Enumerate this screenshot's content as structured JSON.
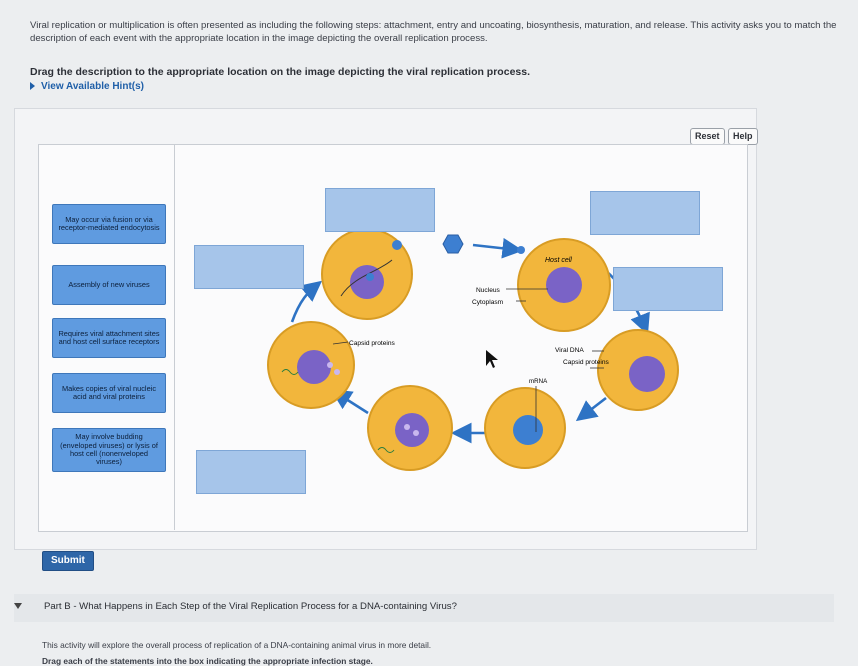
{
  "instructions": {
    "paragraph": "Viral replication or multiplication is often presented as including the following steps: attachment, entry and uncoating, biosynthesis, maturation, and release. This activity asks you to match the description of each event with the appropriate location in the image depicting the overall replication process.",
    "drag": "Drag the description to the appropriate location on the image depicting the viral replication process.",
    "hints": "View Available Hint(s)"
  },
  "buttons": {
    "reset": "Reset",
    "help": "Help",
    "submit": "Submit"
  },
  "labels": [
    "May occur via fusion or via receptor-mediated endocytosis",
    "Assembly of new viruses",
    "Requires viral attachment sites and host cell surface receptors",
    "Makes copies of viral nucleic acid and viral proteins",
    "May involve budding (enveloped viruses) or lysis of host cell (nonenveloped viruses)"
  ],
  "diagram": {
    "host_cell": "Host cell",
    "nucleus": "Nucleus",
    "cytoplasm": "Cytoplasm",
    "capsid_proteins_left": "Capsid proteins",
    "viral_dna": "Viral DNA",
    "capsid_proteins_right": "Capsid proteins",
    "mrna": "mRNA"
  },
  "part_b": {
    "title": "Part B - What Happens in Each Step of the Viral Replication Process for a DNA-containing Virus?",
    "description": "This activity will explore the overall process of replication of a DNA-containing animal virus in more detail.",
    "drag": "Drag each of the statements into the box indicating the appropriate infection stage."
  },
  "colors": {
    "label_fill": "#5f9be0",
    "dropzone_fill": "#a6c5ea",
    "cell_fill": "#f2b63c",
    "nucleus_fill": "#7a63c6",
    "arrow": "#2e73c4",
    "virus": "#3d7fd1"
  }
}
